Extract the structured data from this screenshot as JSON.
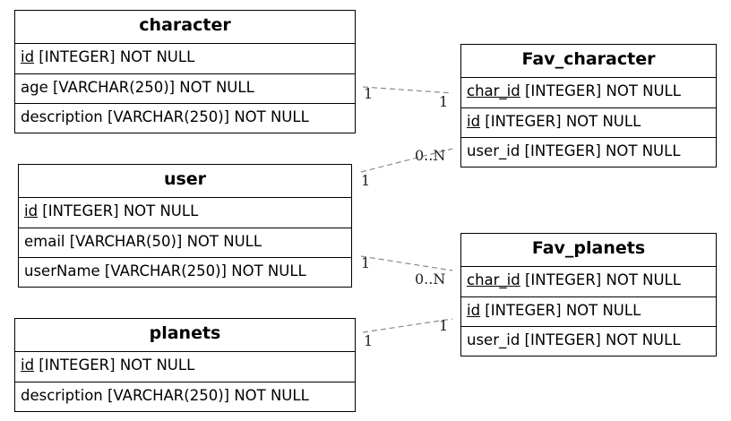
{
  "entities": {
    "character": {
      "title": "character",
      "rows": [
        {
          "key": "id",
          "rest": " [INTEGER] NOT NULL"
        },
        {
          "key": "",
          "rest": "age [VARCHAR(250)] NOT NULL"
        },
        {
          "key": "",
          "rest": "description [VARCHAR(250)] NOT NULL"
        }
      ]
    },
    "user": {
      "title": "user",
      "rows": [
        {
          "key": "id",
          "rest": " [INTEGER] NOT NULL"
        },
        {
          "key": "",
          "rest": "email [VARCHAR(50)] NOT NULL"
        },
        {
          "key": "",
          "rest": "userName [VARCHAR(250)] NOT NULL"
        }
      ]
    },
    "planets": {
      "title": "planets",
      "rows": [
        {
          "key": "id",
          "rest": " [INTEGER] NOT NULL"
        },
        {
          "key": "",
          "rest": "description [VARCHAR(250)] NOT NULL"
        }
      ]
    },
    "fav_character": {
      "title": "Fav_character",
      "rows": [
        {
          "key": "char_id",
          "rest": " [INTEGER] NOT NULL"
        },
        {
          "key": "id",
          "rest": " [INTEGER] NOT NULL"
        },
        {
          "key": "",
          "rest": "user_id [INTEGER] NOT NULL"
        }
      ]
    },
    "fav_planets": {
      "title": "Fav_planets",
      "rows": [
        {
          "key": "char_id",
          "rest": " [INTEGER] NOT NULL"
        },
        {
          "key": "id",
          "rest": " [INTEGER] NOT NULL"
        },
        {
          "key": "",
          "rest": "user_id [INTEGER] NOT NULL"
        }
      ]
    }
  },
  "relationships": [
    {
      "from": "character",
      "to": "fav_character",
      "from_card": "1",
      "to_card": "1"
    },
    {
      "from": "user",
      "to": "fav_character",
      "from_card": "1",
      "to_card": "0..N"
    },
    {
      "from": "user",
      "to": "fav_planets",
      "from_card": "1",
      "to_card": "0..N"
    },
    {
      "from": "planets",
      "to": "fav_planets",
      "from_card": "1",
      "to_card": "1"
    }
  ]
}
